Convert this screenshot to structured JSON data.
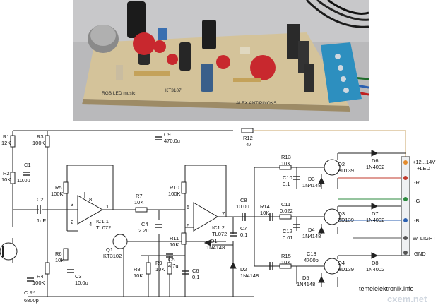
{
  "photo": {
    "pcb_text_left": "RGB LED music",
    "pcb_text_right": "ALEX ANTIPINOKS",
    "pcb_text_center": "KT3107"
  },
  "schematic": {
    "resistors": {
      "r1": "R1",
      "r1v": "12K",
      "r2": "R2",
      "r2v": "10K",
      "r3": "R3",
      "r3v": "100K",
      "r4": "R4",
      "r4v": "100K",
      "r5": "R5",
      "r5v": "100K",
      "r6": "R6",
      "r6v": "10K",
      "r7": "R7",
      "r7v": "10K",
      "r8": "R8",
      "r8v": "10K",
      "r9": "R9",
      "r9v": "10K",
      "r10": "R10",
      "r10v": "100K",
      "r11": "R11",
      "r11v": "10K",
      "r12": "R12",
      "r12v": "47",
      "r13": "R13",
      "r13v": "10K",
      "r14": "R14",
      "r14v": "10K",
      "r15": "R15",
      "r15v": "10K"
    },
    "capacitors": {
      "c1": "C1",
      "c1v": "10.0u",
      "c2": "C2",
      "c2v": "1uF",
      "c3": "C3",
      "c3v": "10.0u",
      "c4": "C4",
      "c4v": "2.2u",
      "c5": "C5",
      "c5v": "4.7u",
      "c6": "C6",
      "c6v": "0,1",
      "c7": "C7",
      "c7v": "0.1",
      "c8": "C8",
      "c8v": "10.0u",
      "c9": "C9",
      "c9v": "470.0u",
      "c10": "C10",
      "c10v": "0.1",
      "c11": "C11",
      "c11v": "0.022",
      "c12": "C12",
      "c12v": "0.01",
      "c13": "C13",
      "c13v": "4700p",
      "cr": "C R*",
      "crv": "6800p"
    },
    "diodes": {
      "d1": "D1",
      "d1v": "1N4148",
      "d2": "D2",
      "d2v": "1N4148",
      "d3": "D3",
      "d3v": "1N4148",
      "d4": "D4",
      "d4v": "1N4148",
      "d5": "D5",
      "d5v": "1N4148",
      "d6": "D6",
      "d6v": "1N4002",
      "d7": "D7",
      "d7v": "1N4002",
      "d8": "D8",
      "d8v": "1N4002"
    },
    "transistors": {
      "q1": "Q1",
      "q1v": "KT3102",
      "q2": "Q2",
      "q2v": "BD139",
      "q3": "Q3",
      "q3v": "BD139",
      "q4": "Q4",
      "q4v": "BD139"
    },
    "opamps": {
      "ic1": "IC1.1",
      "ic1v": "TL072",
      "ic2": "IC1.2",
      "ic2v": "TL072",
      "pin8": "8",
      "pin3": "3",
      "pin2": "2",
      "pin1": "1",
      "pin4": "4",
      "pin5": "5",
      "pin6": "6",
      "pin7": "7"
    },
    "connector": {
      "vplus": "+12...14V",
      "led": "+LED",
      "r": "-R",
      "g": "-G",
      "b": "-B",
      "wlight": "W. LIGHT",
      "gnd": "GND"
    },
    "watermark_1": "temelelektronik.info",
    "watermark_2": "cxem.net"
  }
}
